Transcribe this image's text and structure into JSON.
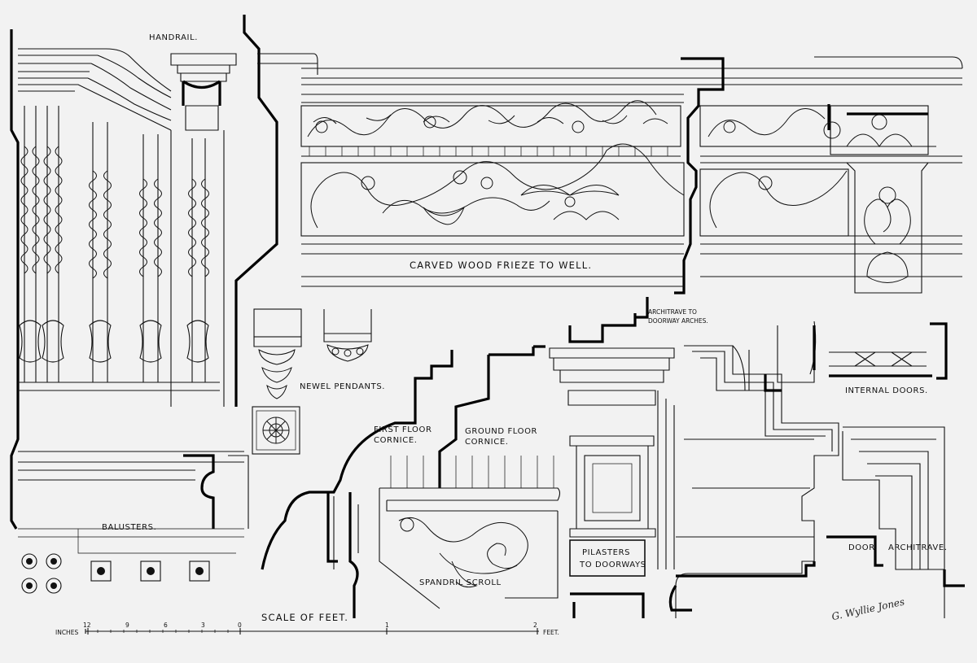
{
  "labels": {
    "handrail": "HANDRAIL.",
    "frieze": "CARVED  WOOD  FRIEZE  TO  WELL.",
    "architrave_arches_1": "ARCHITRAVE TO",
    "architrave_arches_2": "DOORWAY ARCHES.",
    "internal_doors": "INTERNAL  DOORS.",
    "newel_pendants": "NEWEL PENDANTS.",
    "first_floor_1": "FIRST  FLOOR",
    "first_floor_2": "CORNICE.",
    "ground_floor_1": "GROUND  FLOOR",
    "ground_floor_2": "CORNICE.",
    "balusters": "BALUSTERS.",
    "spandril": "SPANDRIL  SCROLL",
    "pilasters_1": "PILASTERS",
    "pilasters_2": "TO DOORWAYS",
    "door": "DOOR.",
    "architrave": "ARCHITRAVE.",
    "scale_title": "SCALE  OF  FEET.",
    "scale_inches": "INCHES",
    "scale_feet": "FEET.",
    "signature": "G. Wyllie Jones"
  },
  "scale": {
    "inch_ticks": [
      "12",
      "9",
      "6",
      "3",
      "0"
    ],
    "foot_ticks": [
      "1",
      "2"
    ]
  }
}
